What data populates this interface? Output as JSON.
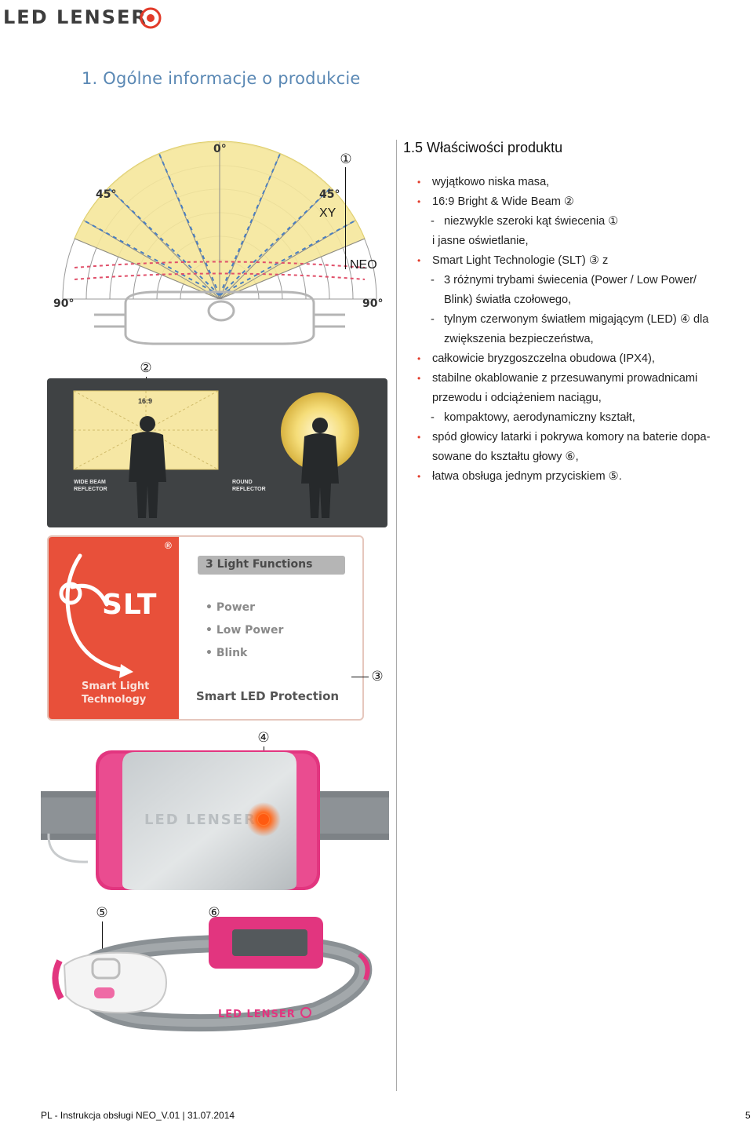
{
  "header": {
    "brand_name": "LED LENSER",
    "section_heading": "1. Ogólne informacje o produkcie"
  },
  "features": {
    "title": "1.5  Właściwości produktu",
    "lines": [
      {
        "kind": "bullet",
        "text": "wyjątkowo niska masa,"
      },
      {
        "kind": "bullet",
        "text": "16:9 Bright & Wide Beam ②"
      },
      {
        "kind": "dash",
        "text": "niezwykle szeroki kąt świecenia ①"
      },
      {
        "kind": "cont",
        "text": "i jasne oświetlanie,"
      },
      {
        "kind": "bullet",
        "text": "Smart Light Technologie (SLT) ③ z"
      },
      {
        "kind": "dash",
        "text": "3 różnymi trybami świecenia (Power / Low Power/"
      },
      {
        "kind": "dash-cont",
        "text": "Blink) światła czołowego,"
      },
      {
        "kind": "dash",
        "text": "tylnym czerwonym światłem migającym (LED) ④ dla"
      },
      {
        "kind": "dash-cont",
        "text": "zwiększenia bezpieczeństwa,"
      },
      {
        "kind": "bullet",
        "text": "całkowicie bryzgoszczelna obudowa (IPX4),"
      },
      {
        "kind": "bullet",
        "text": "stabilne okablowanie z przesuwanymi prowadnicami"
      },
      {
        "kind": "cont",
        "text": "przewodu i odciążeniem naciągu,"
      },
      {
        "kind": "dash",
        "text": "kompaktowy, aerodynamiczny kształt,"
      },
      {
        "kind": "bullet",
        "text": "spód głowicy latarki i pokrywa komory na baterie dopa-"
      },
      {
        "kind": "cont",
        "text": "sowane do kształtu głowy ⑥,"
      },
      {
        "kind": "bullet",
        "text": "łatwa obsługa jednym przyciskiem ⑤."
      }
    ],
    "bullet_symbol": "•",
    "dash_symbol": "-"
  },
  "beam_diagram": {
    "angle_top": "0°",
    "angle_left_45": "45°",
    "angle_right_45": "45°",
    "angle_left_90": "90°",
    "angle_right_90": "90°",
    "label_xy": "XY",
    "label_neo": "NEO",
    "callout": "①"
  },
  "beam_panel": {
    "callout": "②",
    "ratio_label": "16:9",
    "left_caption_1": "WIDE BEAM",
    "left_caption_2": "REFLECTOR",
    "right_caption_1": "ROUND",
    "right_caption_2": "REFLECTOR"
  },
  "slt_card": {
    "registered": "®",
    "logo_text": "SLT",
    "subtitle_1": "Smart Light",
    "subtitle_2": "Technology",
    "functions_title": "3 Light Functions",
    "functions": [
      "• Power",
      "• Low Power",
      "• Blink"
    ],
    "protection": "Smart LED Protection",
    "callout": "③"
  },
  "product_photos": {
    "callout_rear_led": "④",
    "callout_button": "⑤",
    "callout_head_shape": "⑥",
    "housing_brand": "LED LENSER",
    "colors": {
      "pink": "#e2357f",
      "grey_strap": "#7d8286",
      "housing": "#d5d9db"
    }
  },
  "colors": {
    "accent_blue": "#5a88b4",
    "bullet_red": "#e23b2a",
    "slt_red": "#e8503a"
  },
  "footer": {
    "left": "PL - Instrukcja obsługi NEO_V.01 | 31.07.2014",
    "page": "5"
  }
}
